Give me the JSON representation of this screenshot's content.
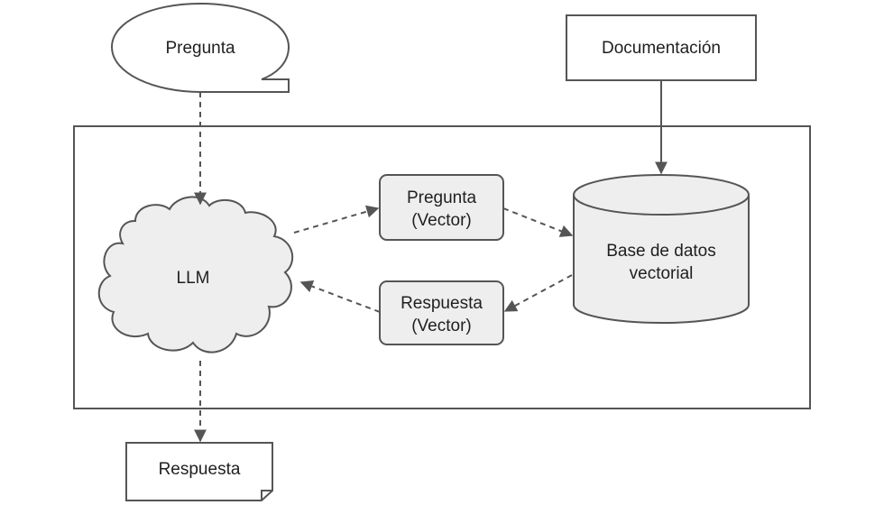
{
  "nodes": {
    "pregunta": "Pregunta",
    "documentacion": "Documentación",
    "llm": "LLM",
    "pregunta_vector": [
      "Pregunta",
      "(Vector)"
    ],
    "respuesta_vector": [
      "Respuesta",
      "(Vector)"
    ],
    "base_datos": [
      "Base de datos",
      "vectorial"
    ],
    "respuesta": "Respuesta"
  },
  "colors": {
    "stroke": "#555555",
    "fill_gray": "#eeeeee",
    "fill_white": "#ffffff",
    "text": "#1f1f1f"
  }
}
